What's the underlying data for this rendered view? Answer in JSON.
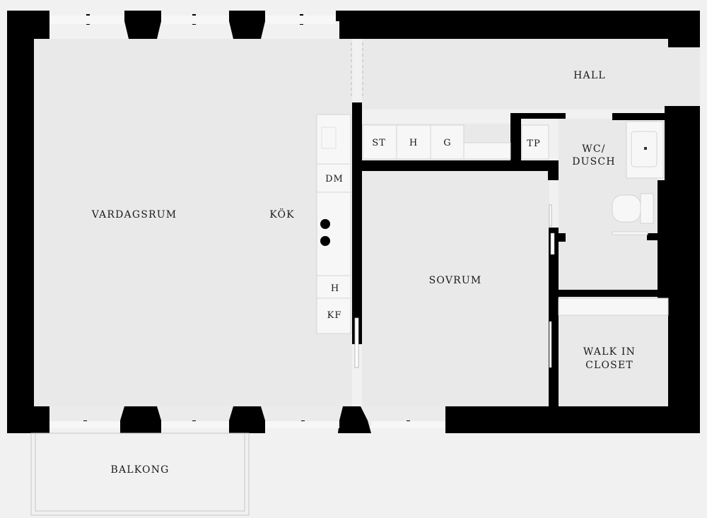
{
  "rooms": {
    "vardagsrum": "VARDAGSRUM",
    "kok": "KÖK",
    "hall": "HALL",
    "sovrum": "SOVRUM",
    "wc_line1": "WC/",
    "wc_line2": "DUSCH",
    "walkin_line1": "WALK IN",
    "walkin_line2": "CLOSET",
    "balkong": "BALKONG"
  },
  "fixtures": {
    "st": "ST",
    "h_cabinet": "H",
    "g": "G",
    "tp": "TP",
    "dm": "DM",
    "h_kitchen": "H",
    "kf": "KF"
  },
  "colors": {
    "wall": "#000000",
    "floor": "#e8e9e8",
    "background": "#f0f1f0",
    "fixture": "#f7f7f7"
  }
}
